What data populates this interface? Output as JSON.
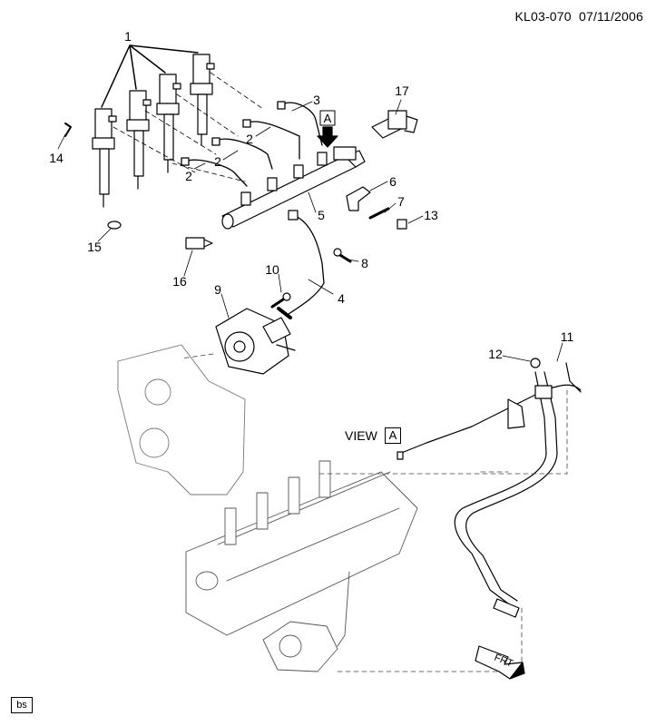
{
  "header": {
    "diagram_code": "KL03-070",
    "date": "07/11/2006"
  },
  "footer": {
    "badge": "bs"
  },
  "view": {
    "prefix": "VIEW",
    "letter": "A"
  },
  "front_marker": "FRT",
  "callouts": [
    "1",
    "2",
    "2",
    "2",
    "3",
    "4",
    "5",
    "6",
    "7",
    "8",
    "9",
    "10",
    "11",
    "12",
    "13",
    "14",
    "15",
    "16",
    "17"
  ]
}
